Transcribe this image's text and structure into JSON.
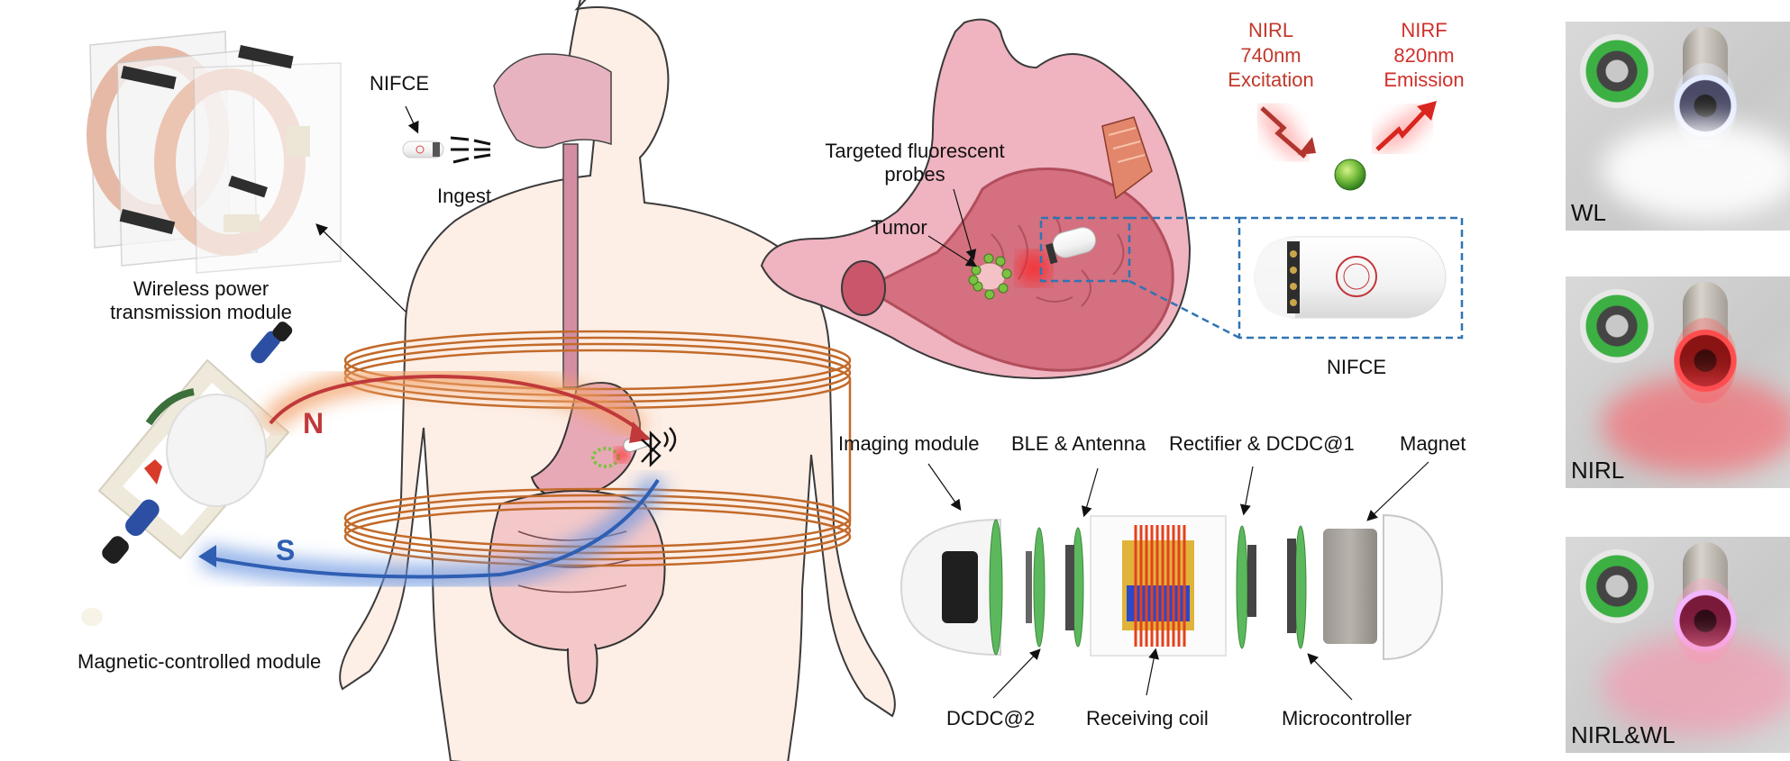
{
  "left_panel": {
    "wpt_label_line1": "Wireless power",
    "wpt_label_line2": "transmission module",
    "magnet_label": "Magnetic-controlled module",
    "pole_north": "N",
    "pole_south": "S"
  },
  "body_panel": {
    "capsule_label": "NIFCE",
    "ingest_label": "Ingest",
    "wireless_icon": "bluetooth-icon"
  },
  "stomach_panel": {
    "probes_label_line1": "Targeted fluorescent",
    "probes_label_line2": "probes",
    "tumor_label": "Tumor",
    "excitation": {
      "line1": "NIRL",
      "line2": "740nm",
      "line3": "Excitation"
    },
    "emission": {
      "line1": "NIRF",
      "line2": "820nm",
      "line3": "Emission"
    },
    "zoom_capsule_label": "NIFCE"
  },
  "exploded_panel": {
    "top_labels": [
      "Imaging module",
      "BLE & Antenna",
      "Rectifier & DCDC@1",
      "Magnet"
    ],
    "bottom_labels": [
      "DCDC@2",
      "Receiving coil",
      "Microcontroller"
    ]
  },
  "photo_panel": {
    "modes": [
      "WL",
      "NIRL",
      "NIRL&WL"
    ]
  },
  "colors": {
    "north": "#c0393b",
    "south": "#2f5fb3",
    "coil": "#c26a2a",
    "excitation_text": "#c0392b",
    "zoom_box": "#2f74b5",
    "pcb_green": "#5cb85c",
    "probe_green": "#7cc242"
  }
}
